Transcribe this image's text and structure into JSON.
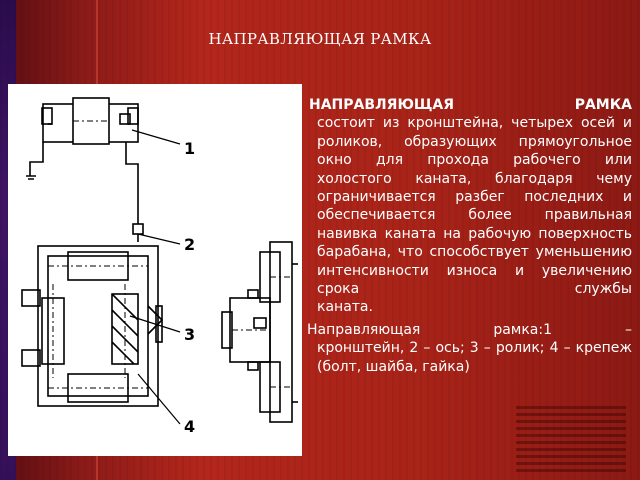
{
  "slide": {
    "title": "НАПРАВЛЯЮЩАЯ РАМКА",
    "paragraph1": {
      "lead": "НАПРАВЛЯЮЩАЯ РАМКА",
      "body": "состоит из кронштейна, четырех осей и роликов, образующих прямоугольное окно для прохода рабочего или холостого каната, благодаря чему ограничивается разбег последних и обеспечивается более правильная навивка каната на рабочую поверхность барабана, что способствует уменьшению интенсивности износа и увеличению срока службы",
      "last": "каната."
    },
    "paragraph2": {
      "first": "Направляющая рамка:1 –",
      "rest": "кронштейн, 2 – ось; 3 – ролик; 4 – крепеж (болт, шайба, гайка)"
    }
  },
  "figure": {
    "callouts": [
      "1",
      "2",
      "3",
      "4"
    ]
  },
  "colors": {
    "background": "#b3261b",
    "left_band": "#3f1464",
    "text": "#ffffff",
    "drawing_line": "#000000"
  }
}
